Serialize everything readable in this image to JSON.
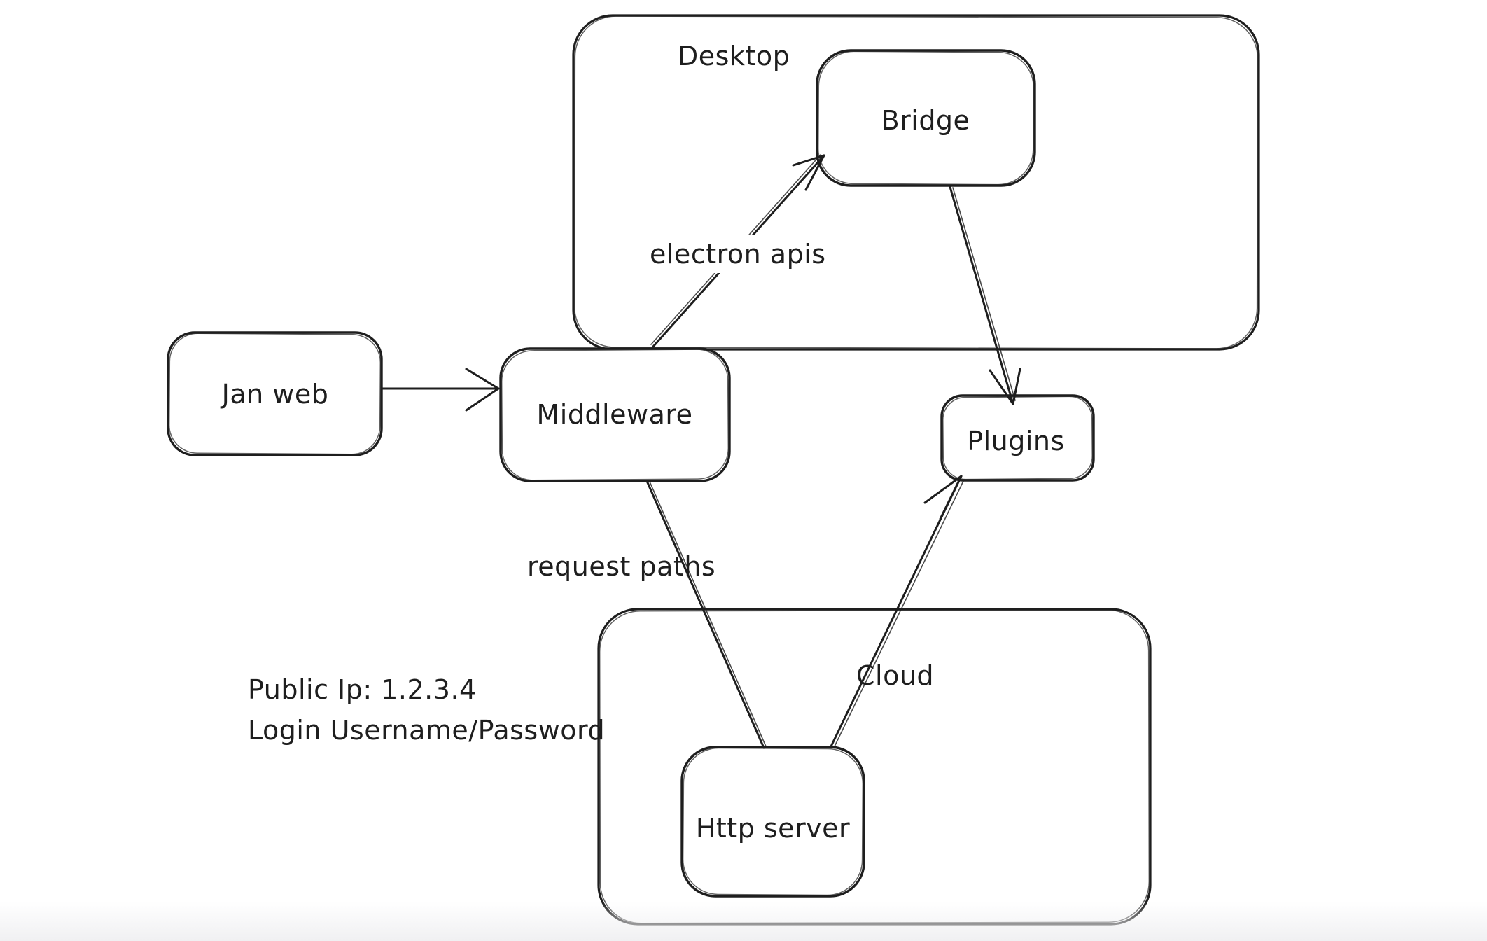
{
  "app": {
    "background_color": "#ffffff",
    "stroke_color": "#1e1e1e",
    "bottom_fade_color": "#f0f0f2"
  },
  "diagram": {
    "containers": [
      {
        "id": "desktop",
        "label": "Desktop"
      },
      {
        "id": "cloud",
        "label": "Cloud"
      }
    ],
    "nodes": [
      {
        "id": "jan-web",
        "label": "Jan web"
      },
      {
        "id": "middleware",
        "label": "Middleware"
      },
      {
        "id": "bridge",
        "label": "Bridge"
      },
      {
        "id": "plugins",
        "label": "Plugins"
      },
      {
        "id": "http-server",
        "label": "Http server"
      }
    ],
    "edges": [
      {
        "id": "jan-web-to-middleware",
        "from": "Jan web",
        "to": "Middleware",
        "label": "",
        "arrowhead": "at Middleware"
      },
      {
        "id": "middleware-to-bridge",
        "from": "Middleware",
        "to": "Bridge",
        "label": "electron apis",
        "arrowhead": "at Bridge"
      },
      {
        "id": "bridge-to-plugins",
        "from": "Bridge",
        "to": "Plugins",
        "label": "",
        "arrowhead": "at Plugins"
      },
      {
        "id": "middleware-to-http-server",
        "from": "Middleware",
        "to": "Http server",
        "label": "request paths",
        "arrowhead": "none"
      },
      {
        "id": "http-server-to-plugins",
        "from": "Http server",
        "to": "Plugins",
        "label": "",
        "arrowhead": "at Plugins"
      }
    ],
    "annotations": [
      {
        "id": "public-ip-note",
        "text": "Public Ip: 1.2.3.4"
      },
      {
        "id": "login-note",
        "text": "Login Username/Password"
      }
    ]
  }
}
